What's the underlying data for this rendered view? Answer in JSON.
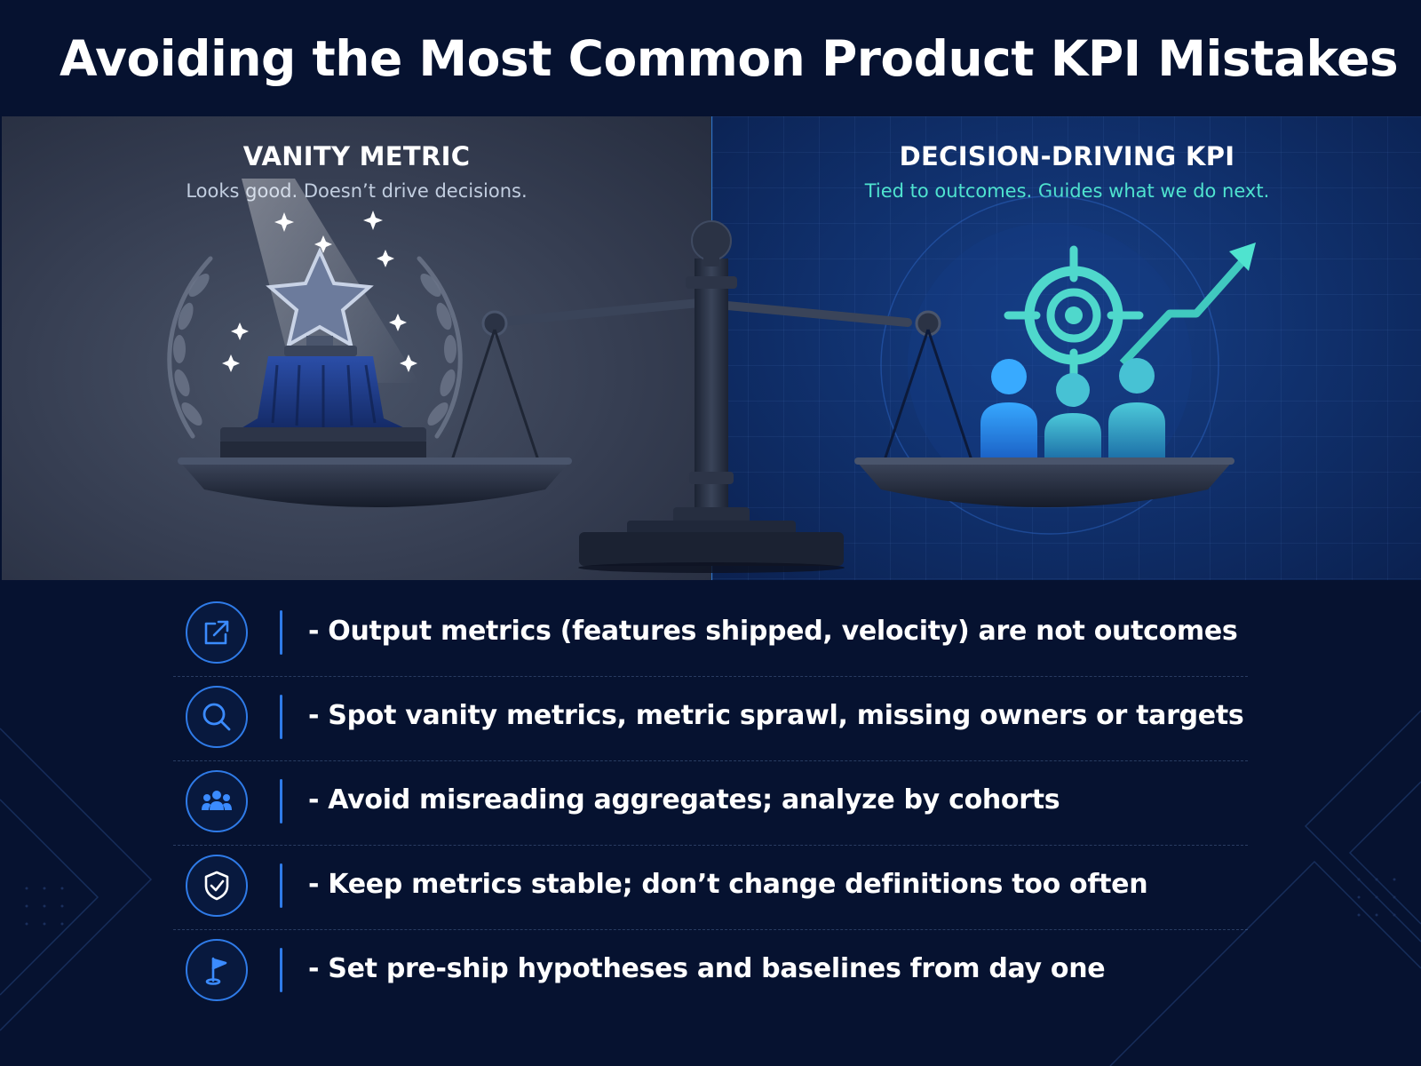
{
  "title": "Avoiding the Most Common Product KPI Mistakes",
  "left_panel": {
    "heading": "VANITY METRIC",
    "subheading": "Looks good. Doesn’t drive decisions.",
    "icon": "trophy-star-icon"
  },
  "right_panel": {
    "heading": "DECISION-DRIVING KPI",
    "subheading": "Tied to outcomes. Guides what we do next.",
    "icon": "target-people-growth-icon"
  },
  "items": [
    {
      "icon": "external-link-icon",
      "text": "- Output metrics (features shipped, velocity) are not outcomes"
    },
    {
      "icon": "magnifier-icon",
      "text": "- Spot vanity metrics, metric sprawl, missing owners or targets"
    },
    {
      "icon": "people-group-icon",
      "text": "- Avoid misreading aggregates; analyze by cohorts"
    },
    {
      "icon": "shield-check-icon",
      "text": "- Keep metrics stable; don’t change definitions too often"
    },
    {
      "icon": "flag-icon",
      "text": "- Set pre-ship hypotheses and baselines from day one"
    }
  ],
  "colors": {
    "background": "#061230",
    "accent_blue": "#2f7be8",
    "teal": "#4fe3cf",
    "left_panel": "#363e52",
    "right_panel": "#10306c"
  }
}
